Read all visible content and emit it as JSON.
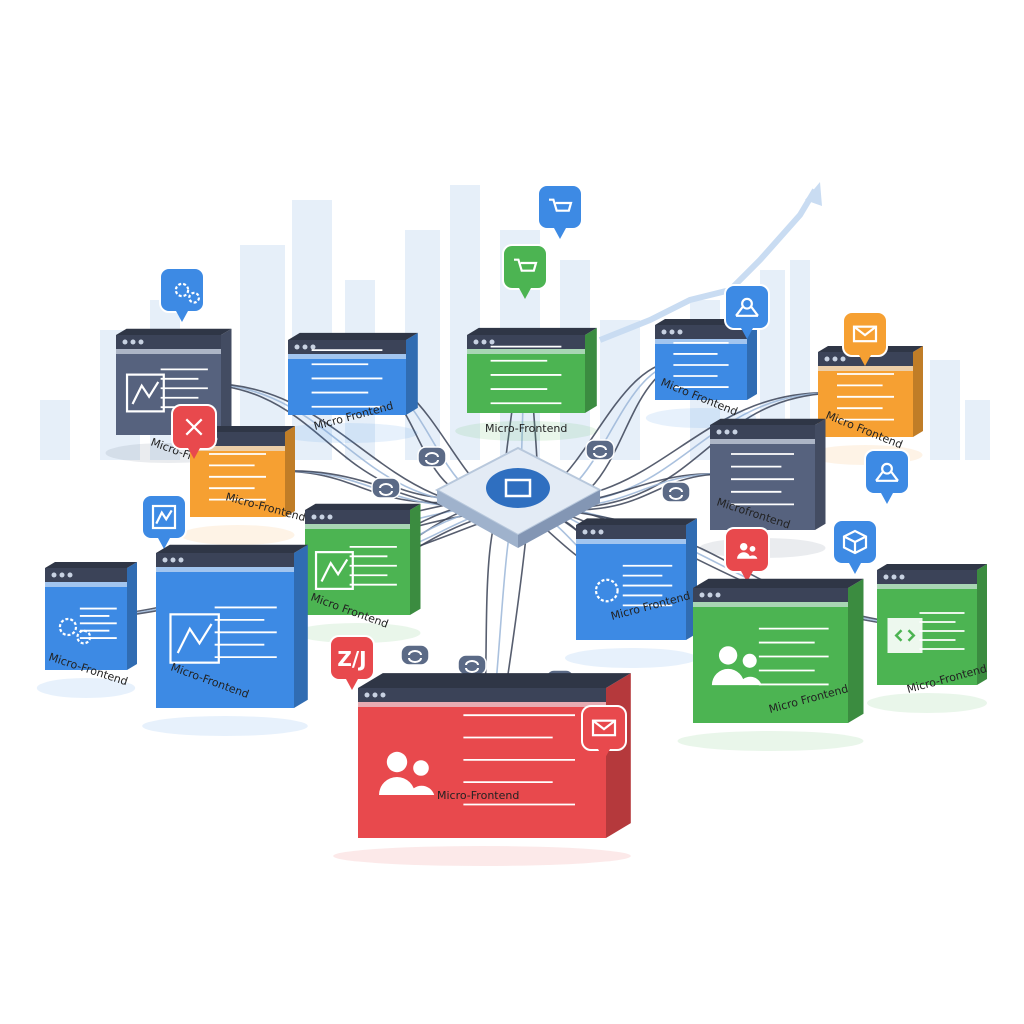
{
  "colors": {
    "blue": "#3d8ae4",
    "green": "#4cb452",
    "orange": "#f6a032",
    "red": "#e8494d",
    "slate": "#56627e",
    "bar": "#3b4358",
    "skyline": "#dbe8f6",
    "wire": "#3a4256"
  },
  "hub": {
    "icon": "window-logo-icon"
  },
  "panels": [
    {
      "label": "Micro-Frontend",
      "color": "slate",
      "icon": "image-icon",
      "bubble": {
        "icon": "gears-icon",
        "color": "blue"
      }
    },
    {
      "label": "Micro Frontend",
      "color": "blue",
      "icon": "text-lines-icon"
    },
    {
      "label": "Micro-Frontend",
      "color": "green",
      "icon": "text-lines-icon",
      "bubble": {
        "icon": "cart-icon",
        "color": "green"
      },
      "bubble2": {
        "icon": "cart-icon",
        "color": "blue"
      }
    },
    {
      "label": "Micro Frontend",
      "color": "blue",
      "icon": "text-lines-icon",
      "bubble": {
        "icon": "map-pin-icon",
        "color": "blue"
      }
    },
    {
      "label": "Micro Frontend",
      "color": "orange",
      "icon": "text-lines-icon",
      "bubble": {
        "icon": "envelope-icon",
        "color": "orange"
      }
    },
    {
      "label": "Micro-Frontend",
      "color": "orange",
      "icon": "text-lines-icon",
      "bubble": {
        "icon": "tools-icon",
        "color": "red"
      }
    },
    {
      "label": "Microfrontend",
      "color": "slate",
      "icon": "text-lines-icon",
      "bubble": {
        "icon": "map-pin-icon",
        "color": "blue"
      }
    },
    {
      "label": "Micro Frontend",
      "color": "green",
      "icon": "image-icon"
    },
    {
      "label": "Micro Frontend",
      "color": "blue",
      "icon": "gear-icon",
      "bubble": {
        "icon": "users-icon",
        "color": "red"
      }
    },
    {
      "label": "Micro-Frontend",
      "color": "blue",
      "icon": "gears-icon",
      "bubble": {
        "icon": "chart-icon",
        "color": "blue"
      }
    },
    {
      "label": "Micro-Frontend",
      "color": "blue",
      "icon": "chart-icon"
    },
    {
      "label": "Micro Frontend",
      "color": "green",
      "icon": "users-icon",
      "bubble": {
        "icon": "cube-icon",
        "color": "blue"
      }
    },
    {
      "label": "Micro-Frontend",
      "color": "green",
      "icon": "code-icon"
    },
    {
      "label": "Micro-Frontend",
      "color": "red",
      "icon": "users-icon",
      "bubble": {
        "icon": "code-slash-icon",
        "color": "red",
        "text": "Z/J"
      },
      "bubble2": {
        "icon": "envelope-icon",
        "color": "red"
      }
    }
  ]
}
